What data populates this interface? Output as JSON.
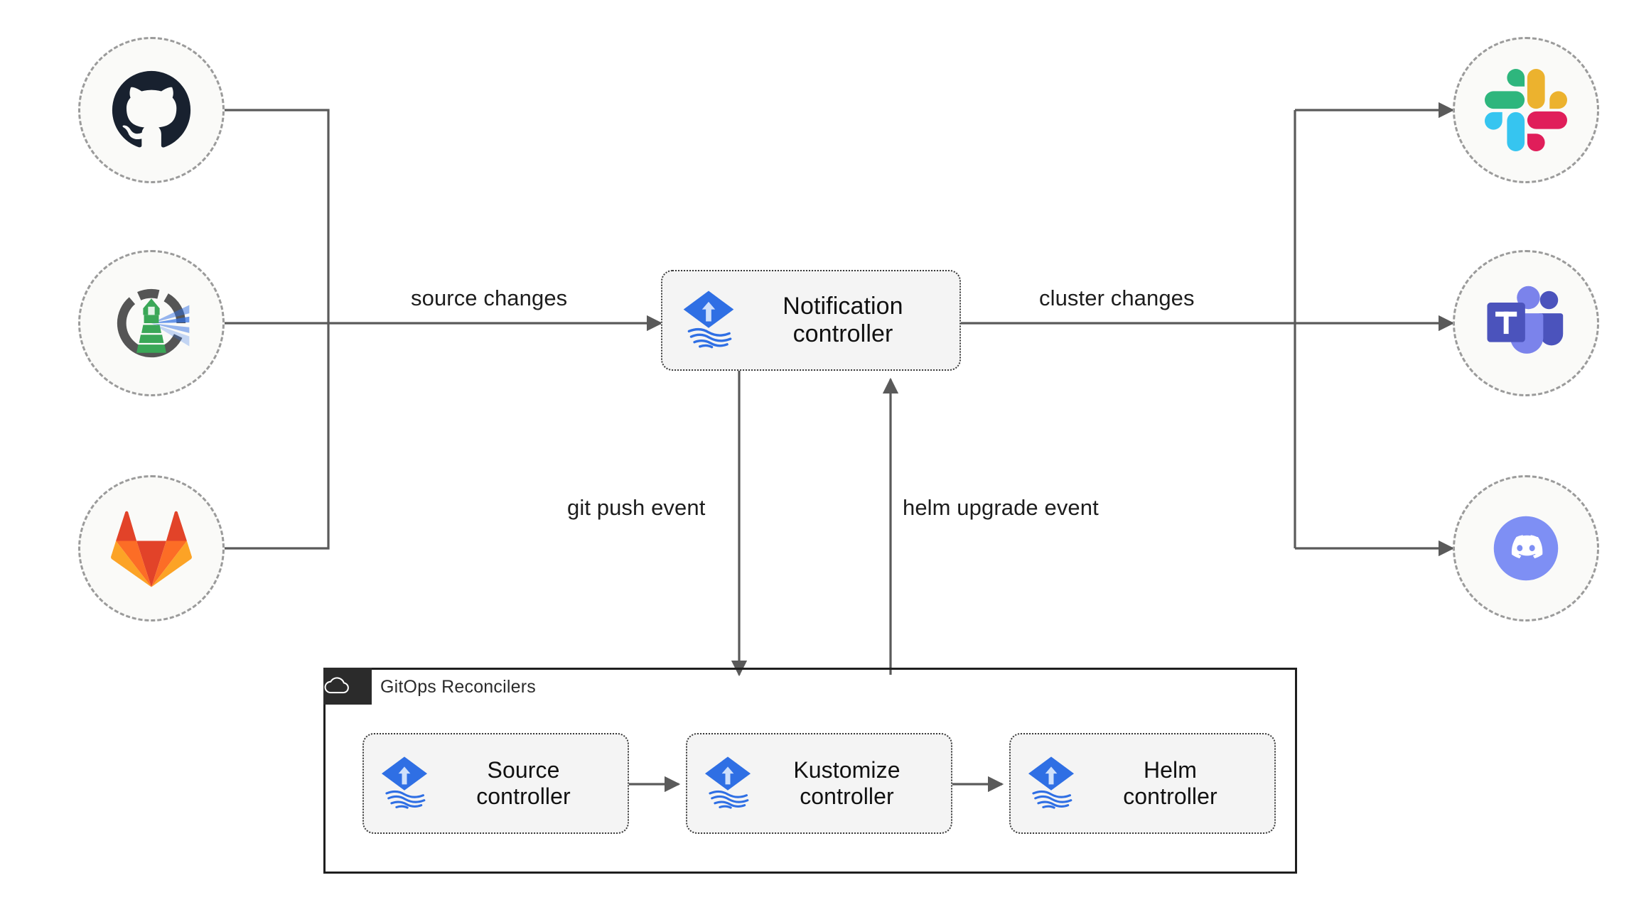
{
  "diagram": {
    "title": "Flux GitOps notification architecture",
    "background": "#ffffff",
    "wire_color": "#5a5a5a",
    "accent_blue": "#2f6fe4"
  },
  "sources": [
    {
      "id": "github",
      "label": "github-logo",
      "icon": "github-icon"
    },
    {
      "id": "lighthouse",
      "label": "lighthouse-logo",
      "icon": "lighthouse-icon"
    },
    {
      "id": "gitlab",
      "label": "gitlab-logo",
      "icon": "gitlab-icon"
    }
  ],
  "destinations": [
    {
      "id": "slack",
      "label": "slack-logo",
      "icon": "slack-icon"
    },
    {
      "id": "teams",
      "label": "teams-logo",
      "icon": "teams-icon"
    },
    {
      "id": "discord",
      "label": "discord-logo",
      "icon": "discord-icon"
    }
  ],
  "notification": {
    "label": "Notification\ncontroller",
    "icon": "flux-icon"
  },
  "group": {
    "title": "GitOps Reconcilers",
    "icon": "cloud-icon",
    "controllers": [
      {
        "id": "source",
        "label": "Source\ncontroller",
        "icon": "flux-icon"
      },
      {
        "id": "kustomize",
        "label": "Kustomize\ncontroller",
        "icon": "flux-icon"
      },
      {
        "id": "helm",
        "label": "Helm\ncontroller",
        "icon": "flux-icon"
      }
    ]
  },
  "edges": {
    "source_changes": "source changes",
    "cluster_changes": "cluster changes",
    "git_push_event": "git push event",
    "helm_upgrade_event": "helm upgrade event"
  },
  "colors": {
    "github": "#18212f",
    "gitlab_red": "#e24329",
    "gitlab_orange": "#fc6d26",
    "gitlab_amber": "#fca326",
    "lighthouse_green": "#3aa757",
    "lighthouse_grey": "#555555",
    "lighthouse_blue": "#2f6fe4",
    "slack_blue": "#36c5f0",
    "slack_green": "#2eb67d",
    "slack_red": "#e01e5a",
    "slack_yellow": "#ecb22e",
    "teams_purple": "#4b53bc",
    "teams_light": "#7b83eb",
    "discord_blurple": "#7e8ff4",
    "flux_blue": "#2f6fe4",
    "node_fill": "#fafaf8",
    "node_border": "#9b9b9b",
    "box_fill": "#f4f4f4",
    "box_border": "#3a3a3a",
    "group_border": "#1f1f1f",
    "group_tab": "#2b2b2b",
    "wire": "#5a5a5a",
    "text": "#1d1d1d"
  }
}
